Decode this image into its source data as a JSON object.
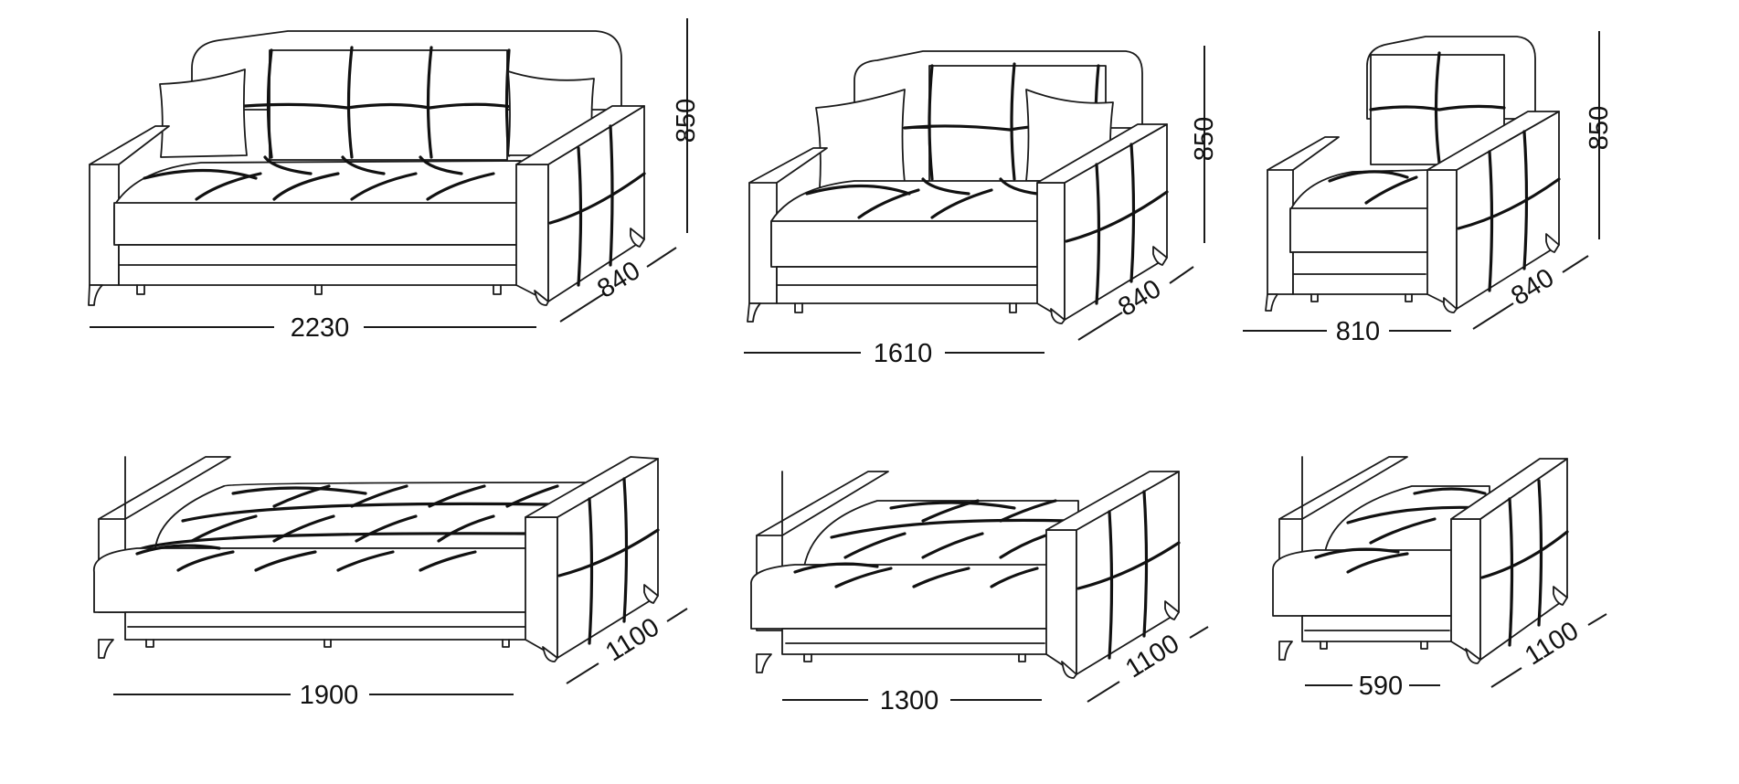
{
  "figures": [
    {
      "id": "sofa-3-seat",
      "state": "assembled",
      "dimensions": {
        "width": "2230",
        "depth": "840",
        "height": "850"
      }
    },
    {
      "id": "sofa-2-seat",
      "state": "assembled",
      "dimensions": {
        "width": "1610",
        "depth": "840",
        "height": "850"
      }
    },
    {
      "id": "armchair",
      "state": "assembled",
      "dimensions": {
        "width": "810",
        "depth": "840",
        "height": "850"
      }
    },
    {
      "id": "sofa-3-seat-bed",
      "state": "unfolded",
      "dimensions": {
        "width": "1900",
        "depth": "1100"
      }
    },
    {
      "id": "sofa-2-seat-bed",
      "state": "unfolded",
      "dimensions": {
        "width": "1300",
        "depth": "1100"
      }
    },
    {
      "id": "armchair-bed",
      "state": "unfolded",
      "dimensions": {
        "width": "590",
        "depth": "1100"
      }
    }
  ],
  "colors": {
    "line": "#1a1a1a",
    "background": "#ffffff",
    "upholstery": "#ffffff"
  }
}
